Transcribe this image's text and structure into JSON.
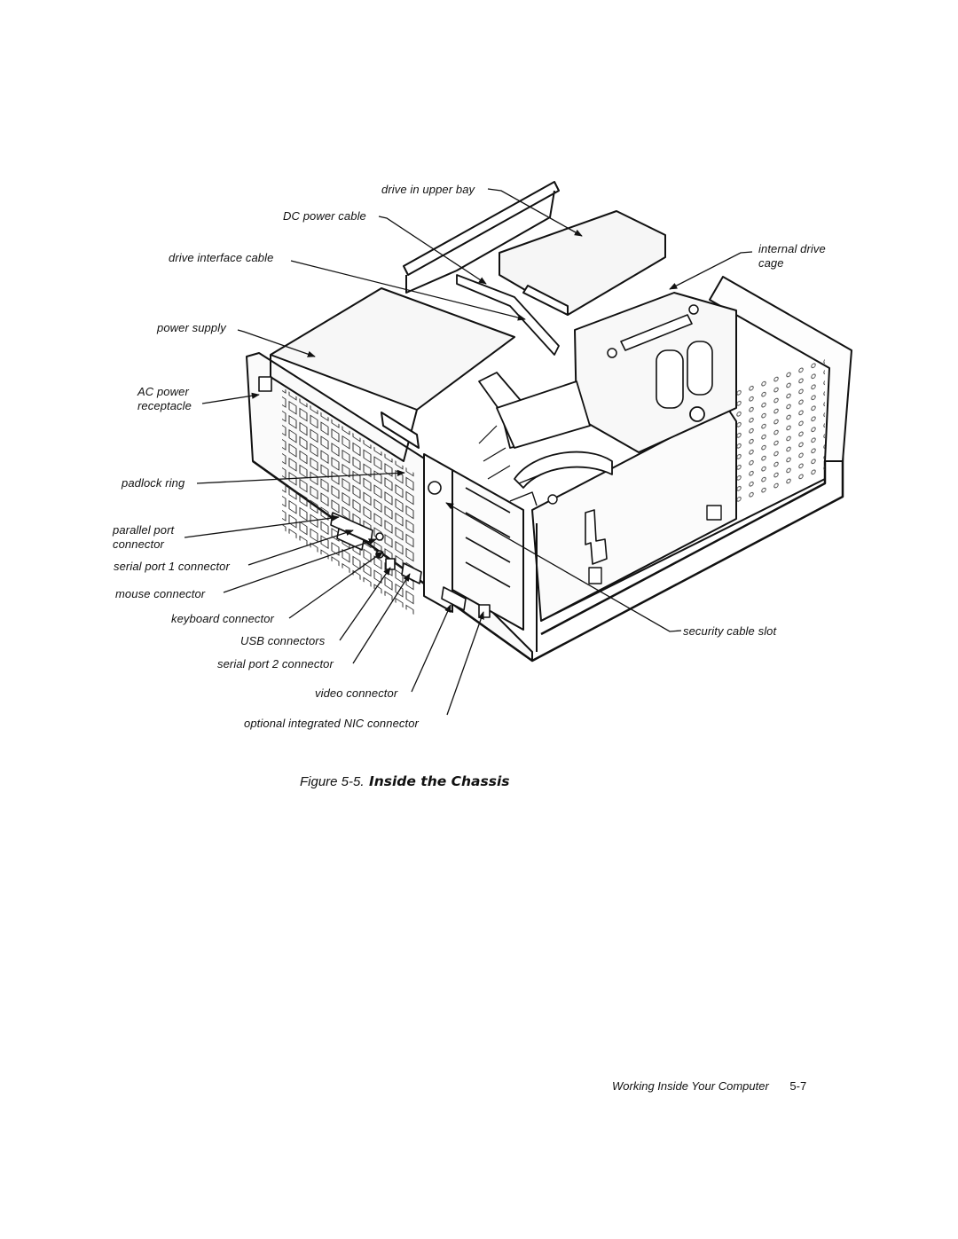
{
  "figure": {
    "caption_prefix": "Figure 5-5.",
    "caption_title": "Inside the Chassis",
    "illustration": "computer chassis interior line drawing"
  },
  "callouts": {
    "drive_in_upper_bay": "drive in upper bay",
    "dc_power_cable": "DC power cable",
    "drive_interface_cable": "drive interface cable",
    "internal_drive_cage_line1": "internal drive",
    "internal_drive_cage_line2": "cage",
    "power_supply": "power supply",
    "ac_power_line1": "AC power",
    "ac_power_line2": "receptacle",
    "padlock_ring": "padlock ring",
    "parallel_port_line1": "parallel port",
    "parallel_port_line2": "connector",
    "serial_port_1": "serial port 1 connector",
    "mouse_connector": "mouse connector",
    "keyboard_connector": "keyboard connector",
    "usb_connectors": "USB connectors",
    "serial_port_2": "serial port 2 connector",
    "video_connector": "video connector",
    "nic_connector": "optional integrated NIC connector",
    "security_cable_slot": "security cable slot"
  },
  "footer": {
    "section_title": "Working Inside Your Computer",
    "page_number": "5-7"
  }
}
